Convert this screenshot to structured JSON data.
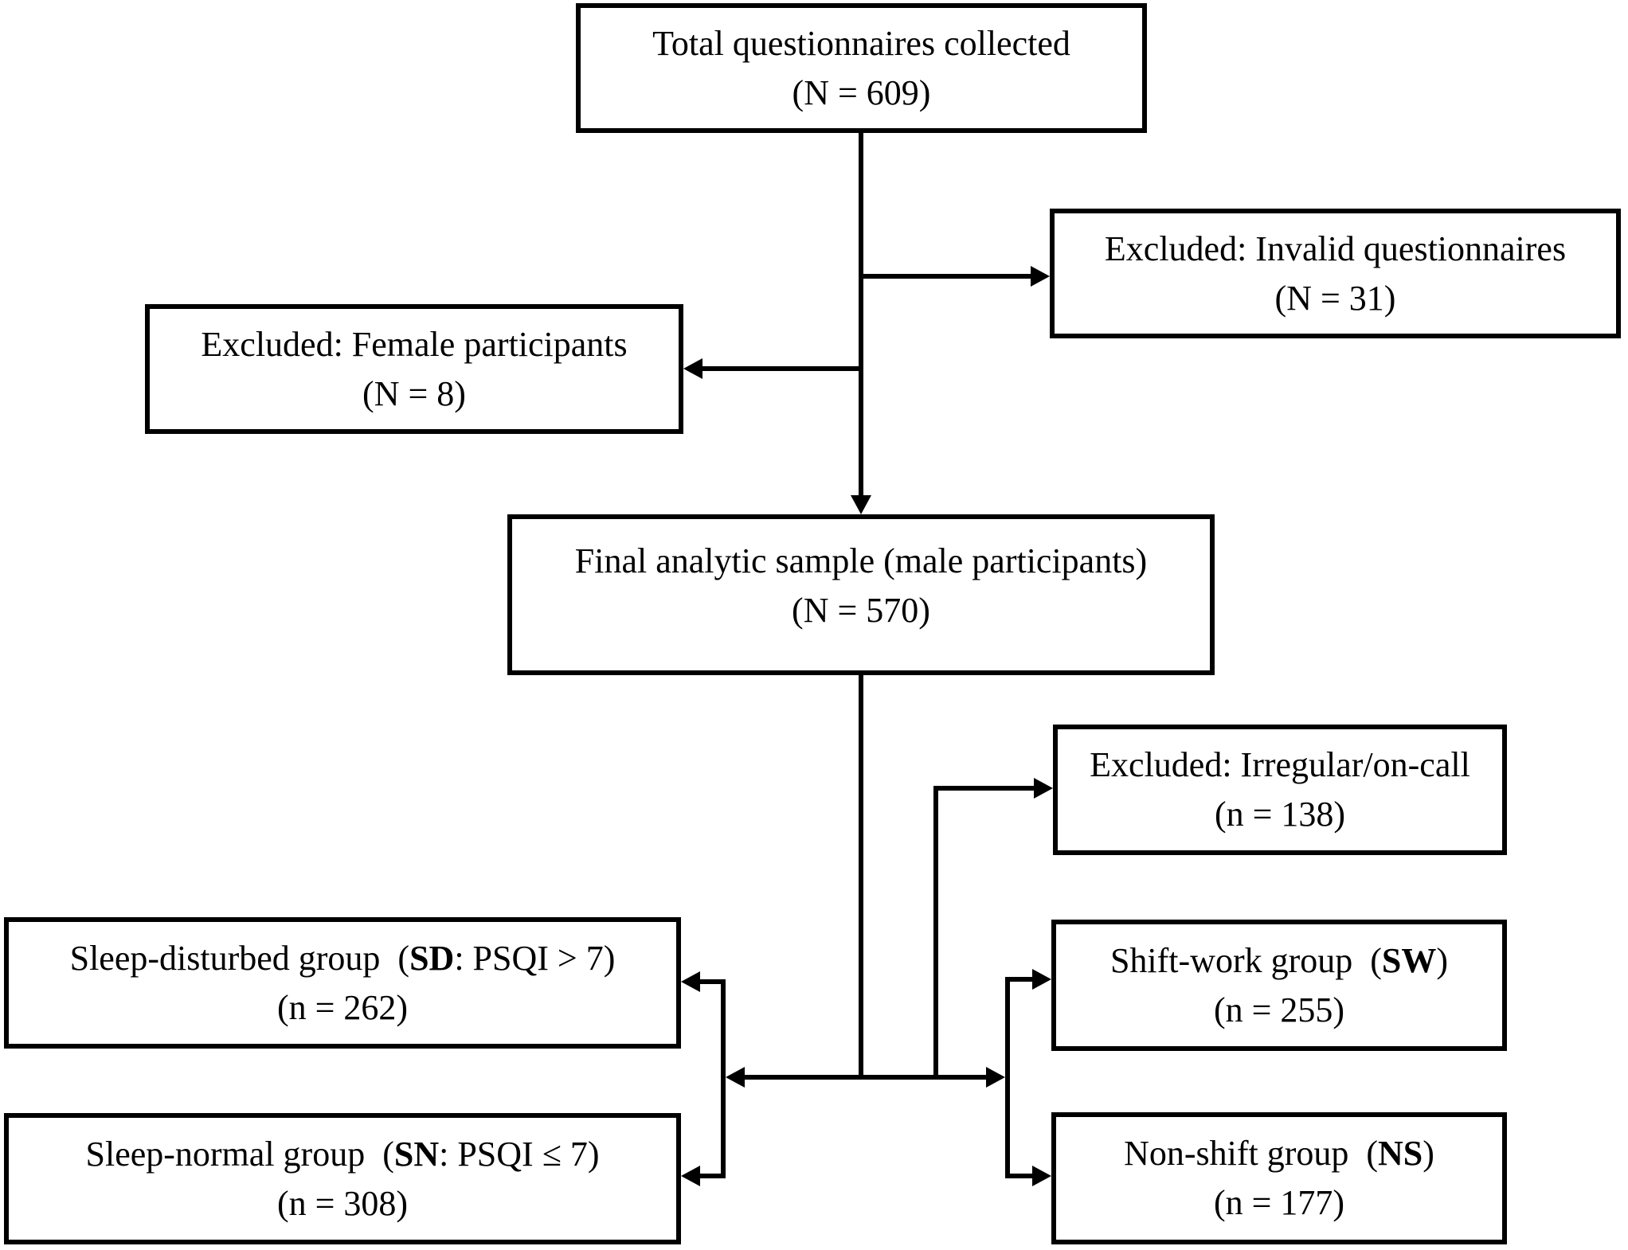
{
  "colors": {
    "background": "#ffffff",
    "line": "#000000",
    "text": "#000000"
  },
  "nodes": {
    "total": {
      "line1": "Total questionnaires collected",
      "line2": "(N = 609)"
    },
    "invalid": {
      "line1": "Excluded: Invalid questionnaires",
      "line2": "(N = 31)"
    },
    "female": {
      "line1": "Excluded: Female participants",
      "line2": "(N = 8)"
    },
    "final": {
      "line1": "Final analytic sample (male participants)",
      "line2": "(N = 570)"
    },
    "irregular": {
      "line1": "Excluded: Irregular/on-call",
      "line2": "(n = 138)"
    },
    "sd": {
      "line1_pre": "Sleep-disturbed group  (",
      "line1_bold": "SD",
      "line1_post": ": PSQI > 7)",
      "line2": "(n = 262)"
    },
    "sw": {
      "line1_pre": "Shift-work group  (",
      "line1_bold": "SW",
      "line1_post": ")",
      "line2": "(n = 255)"
    },
    "sn": {
      "line1_pre": "Sleep-normal group  (",
      "line1_bold": "SN",
      "line1_post": ": PSQI ≤ 7)",
      "line2": "(n = 308)"
    },
    "ns": {
      "line1_pre": "Non-shift group  (",
      "line1_bold": "NS",
      "line1_post": ")",
      "line2": "(n = 177)"
    }
  }
}
